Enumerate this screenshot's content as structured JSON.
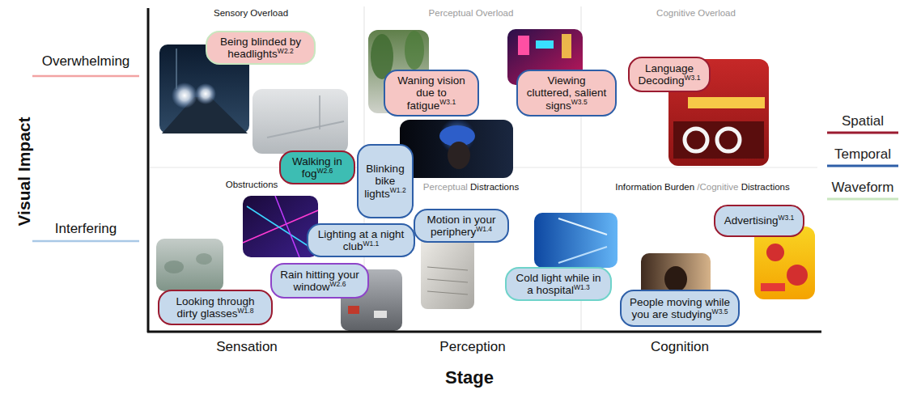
{
  "diagram": {
    "nodes": [
      {
        "text": [
          "Being blinded by headlights",
          "W2.2"
        ]
      },
      {
        "text": [
          "Language Decoding",
          "W3.1"
        ]
      },
      {
        "text": [
          "Waning vision due to fatigue",
          "W3.1"
        ]
      },
      {
        "text": [
          "Viewing cluttered, salient signs",
          "W3.5"
        ]
      },
      {
        "text": [
          "Blinking bike lights",
          "W1.2"
        ]
      },
      {
        "text": [
          "Walking in fog",
          "W2.6"
        ]
      },
      {
        "text": [
          "Advertising",
          "W3.1"
        ]
      },
      {
        "text": [
          "Motion in your periphery",
          "W1.4"
        ]
      },
      {
        "text": [
          "Lighting at a night club",
          "W1.1"
        ]
      },
      {
        "text": [
          "Rain hitting your window",
          "W2.6"
        ]
      },
      {
        "text": [
          "Cold light while in a hospital",
          "W1.3"
        ]
      },
      {
        "text": [
          "Looking through dirty glasses",
          "W1.8"
        ]
      },
      {
        "text": [
          "People moving while you are studying",
          "W3.5"
        ]
      }
    ],
    "labels": [
      "Visual Impact",
      "Overwhelming",
      "Interfering",
      "Sensation",
      "Perception",
      "Cognition",
      "Stage",
      "Sensory Overload",
      "Perceptual Overload",
      "Cognitive Overload",
      "Obstructions",
      "Perceptual",
      "Distractions",
      "Information Burden",
      "/Cognitive",
      "Distractions"
    ],
    "legend": [
      {
        "text": "Spatial"
      },
      {
        "text": "Temporal"
      },
      {
        "text": "Waveform"
      }
    ]
  }
}
